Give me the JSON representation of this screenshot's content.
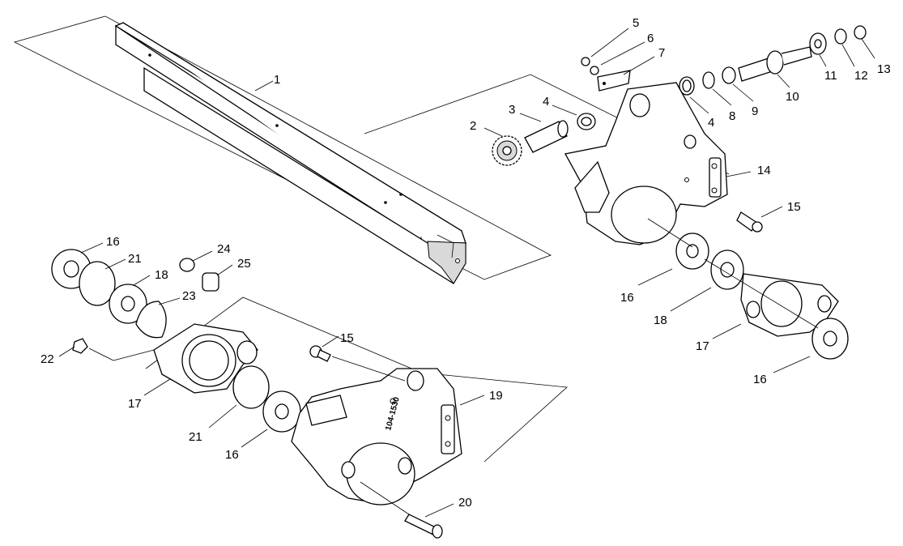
{
  "callouts": {
    "c1": "1",
    "c2": "2",
    "c3": "3",
    "c4a": "4",
    "c4b": "4",
    "c5": "5",
    "c6": "6",
    "c7": "7",
    "c8": "8",
    "c9": "9",
    "c10": "10",
    "c11": "11",
    "c12": "12",
    "c13": "13",
    "c14": "14",
    "c15a": "15",
    "c16a": "16",
    "c18a": "18",
    "c17a": "17",
    "c16b": "16",
    "c16c": "16",
    "c21a": "21",
    "c18b": "18",
    "c23": "23",
    "c24": "24",
    "c25": "25",
    "c22": "22",
    "c17b": "17",
    "c21b": "21",
    "c16d": "16",
    "c15b": "15",
    "c19": "19",
    "c20": "20"
  },
  "stamp_text": "104-1530"
}
